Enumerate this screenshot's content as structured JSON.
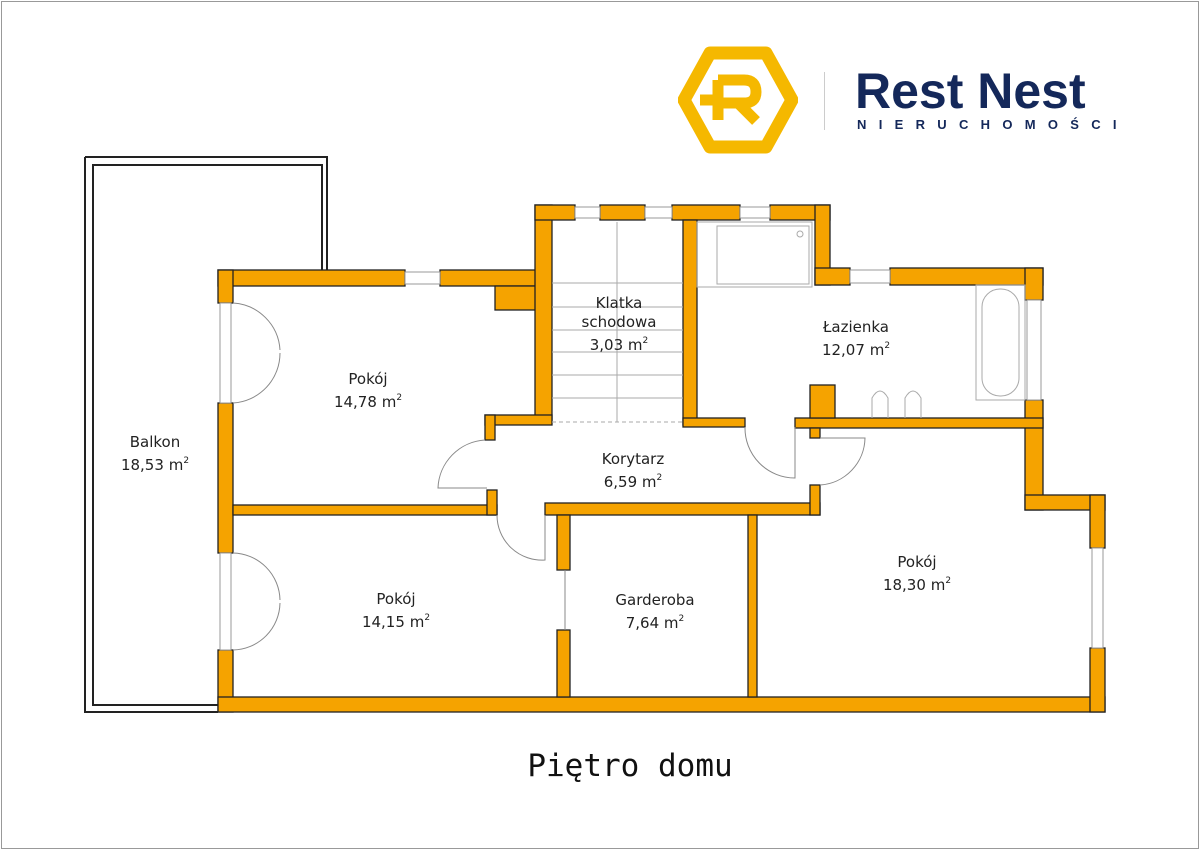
{
  "brand": {
    "name": "Rest Nest",
    "tagline": "NIERUCHOMOŚCI",
    "logo_letter": "R",
    "accent": "#F5B800",
    "text_color": "#14285a"
  },
  "plan_title": "Piętro domu",
  "unit": "m",
  "rooms": [
    {
      "name": "Balkon",
      "area": "18,53"
    },
    {
      "name": "Pokój",
      "area": "14,78"
    },
    {
      "name": "Klatka schodowa",
      "area": "3,03"
    },
    {
      "name": "Łazienka",
      "area": "12,07"
    },
    {
      "name": "Korytarz",
      "area": "6,59"
    },
    {
      "name": "Pokój",
      "area": "14,15"
    },
    {
      "name": "Garderoba",
      "area": "7,64"
    },
    {
      "name": "Pokój",
      "area": "18,30"
    }
  ],
  "wall_color": "#F5A300"
}
